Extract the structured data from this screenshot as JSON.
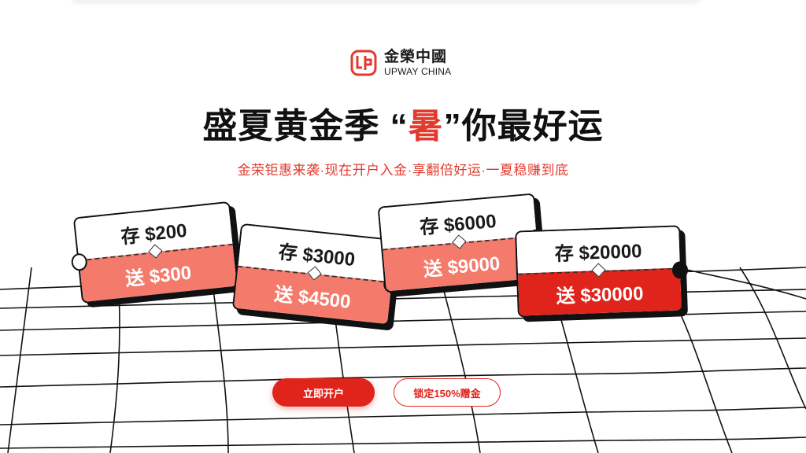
{
  "brand": {
    "name_cn": "金榮中國",
    "name_en": "UPWAY CHINA",
    "accent_color": "#e23a2d",
    "logo_icon": "upway-logo-icon"
  },
  "hero": {
    "headline_part1": "盛夏黄金季 “",
    "headline_accent": "暑",
    "headline_part2": "”你最好运",
    "subtitle": "金荣钜惠来袭·现在开户入金·享翻倍好运·一夏稳赚到底"
  },
  "tickets": [
    {
      "deposit": "存 $200",
      "bonus": "送 $300"
    },
    {
      "deposit": "存 $3000",
      "bonus": "送 $4500"
    },
    {
      "deposit": "存 $6000",
      "bonus": "送 $9000"
    },
    {
      "deposit": "存 $20000",
      "bonus": "送 $30000"
    }
  ],
  "cta": {
    "primary_label": "立即开户",
    "secondary_label": "锁定150%赠金"
  },
  "colors": {
    "ticket_light": "#f47a6c",
    "ticket_strong": "#e0241b",
    "button_red": "#e0241b"
  }
}
